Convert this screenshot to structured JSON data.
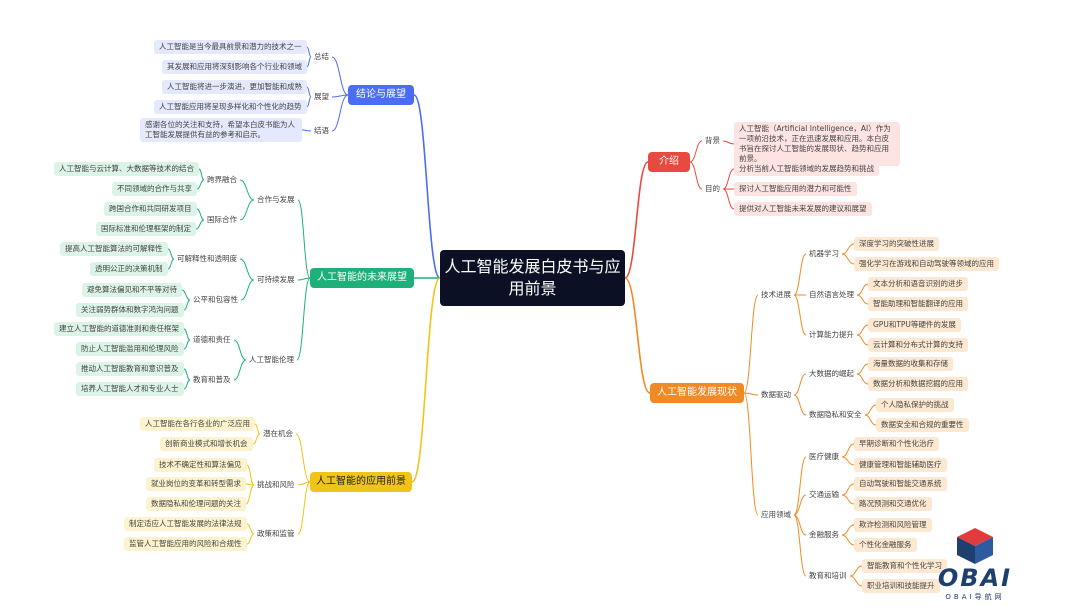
{
  "root": {
    "title": "人工智能发展白皮书与应用前景"
  },
  "branches": {
    "intro": {
      "label": "介绍",
      "background": {
        "label": "背景",
        "items": [
          "人工智能（Artificial Intelligence，AI）作为一项前沿技术，正在迅速发展和应用。本白皮书旨在探讨人工智能的发展现状、趋势和应用前景。"
        ]
      },
      "purpose": {
        "label": "目的",
        "items": [
          "分析当前人工智能领域的发展趋势和挑战",
          "探讨人工智能应用的潜力和可能性",
          "提供对人工智能未来发展的建议和展望"
        ]
      }
    },
    "status": {
      "label": "人工智能发展现状",
      "tech": {
        "label": "技术进展",
        "ml": {
          "label": "机器学习",
          "items": [
            "深度学习的突破性进展",
            "强化学习在游戏和自动驾驶等领域的应用"
          ]
        },
        "nlp": {
          "label": "自然语言处理",
          "items": [
            "文本分析和语音识别的进步",
            "智能助理和智能翻译的应用"
          ]
        },
        "compute": {
          "label": "计算能力提升",
          "items": [
            "GPU和TPU等硬件的发展",
            "云计算和分布式计算的支持"
          ]
        }
      },
      "data": {
        "label": "数据驱动",
        "bigdata": {
          "label": "大数据的崛起",
          "items": [
            "海量数据的收集和存储",
            "数据分析和数据挖掘的应用"
          ]
        },
        "privacy": {
          "label": "数据隐私和安全",
          "items": [
            "个人隐私保护的挑战",
            "数据安全和合规的重要性"
          ]
        }
      },
      "apps": {
        "label": "应用领域",
        "health": {
          "label": "医疗健康",
          "items": [
            "早期诊断和个性化治疗",
            "健康管理和智能辅助医疗"
          ]
        },
        "traffic": {
          "label": "交通运输",
          "items": [
            "自动驾驶和智能交通系统",
            "路况预测和交通优化"
          ]
        },
        "finance": {
          "label": "金融服务",
          "items": [
            "欺诈检测和风险管理",
            "个性化金融服务"
          ]
        },
        "edu": {
          "label": "教育和培训",
          "items": [
            "智能教育和个性化学习",
            "职业培训和技能提升"
          ]
        }
      }
    },
    "conclusion": {
      "label": "结论与展望",
      "summary": {
        "label": "总结",
        "items": [
          "人工智能是当今最具前景和潜力的技术之一",
          "其发展和应用将深刻影响各个行业和领域"
        ]
      },
      "outlook": {
        "label": "展望",
        "items": [
          "人工智能将进一步演进，更加智能和成熟",
          "人工智能应用将呈现多样化和个性化的趋势"
        ]
      },
      "closing": {
        "label": "结语",
        "items": [
          "感谢各位的关注和支持，希望本白皮书能为人工智能发展提供有益的参考和启示。"
        ]
      }
    },
    "future": {
      "label": "人工智能的未来展望",
      "coop": {
        "label": "合作与发展",
        "cross": {
          "label": "跨界融合",
          "items": [
            "人工智能与云计算、大数据等技术的结合",
            "不同领域的合作与共享"
          ]
        },
        "intl": {
          "label": "国际合作",
          "items": [
            "跨国合作和共同研发项目",
            "国际标准和伦理框架的制定"
          ]
        }
      },
      "sustain": {
        "label": "可持续发展",
        "explain": {
          "label": "可解释性和透明度",
          "items": [
            "提高人工智能算法的可解释性",
            "透明公正的决策机制"
          ]
        },
        "fair": {
          "label": "公平和包容性",
          "items": [
            "避免算法偏见和不平等对待",
            "关注弱势群体和数字鸿沟问题"
          ]
        }
      },
      "ethics": {
        "label": "人工智能伦理",
        "moral": {
          "label": "道德和责任",
          "items": [
            "建立人工智能的道德准则和责任框架",
            "防止人工智能滥用和伦理风险"
          ]
        },
        "eduspread": {
          "label": "教育和普及",
          "items": [
            "推动人工智能教育和意识普及",
            "培养人工智能人才和专业人士"
          ]
        }
      }
    },
    "prospects": {
      "label": "人工智能的应用前景",
      "potential": {
        "label": "潜在机会",
        "items": [
          "人工智能在各行各业的广泛应用",
          "创新商业模式和增长机会"
        ]
      },
      "risk": {
        "label": "挑战和风险",
        "items": [
          "技术不确定性和算法偏见",
          "就业岗位的变革和转型需求",
          "数据隐私和伦理问题的关注"
        ]
      },
      "policy": {
        "label": "政策和监管",
        "items": [
          "制定适应人工智能发展的法律法规",
          "监管人工智能应用的风险和合规性"
        ]
      }
    }
  },
  "watermark": {
    "brand": "OBAI",
    "subtitle": "OBAI导航网"
  },
  "colors": {
    "root": "#0b1024",
    "intro": "#e94a3f",
    "status": "#f08a24",
    "conclusion": "#4a6cf7",
    "future": "#1db07a",
    "prospects": "#f0c419",
    "intro_leaf": "#fde3e2",
    "status_leaf": "#fde9d2",
    "conclusion_leaf": "#e4e9fd",
    "future_leaf": "#dcf3e7",
    "prospects_leaf": "#fdf4cf"
  }
}
